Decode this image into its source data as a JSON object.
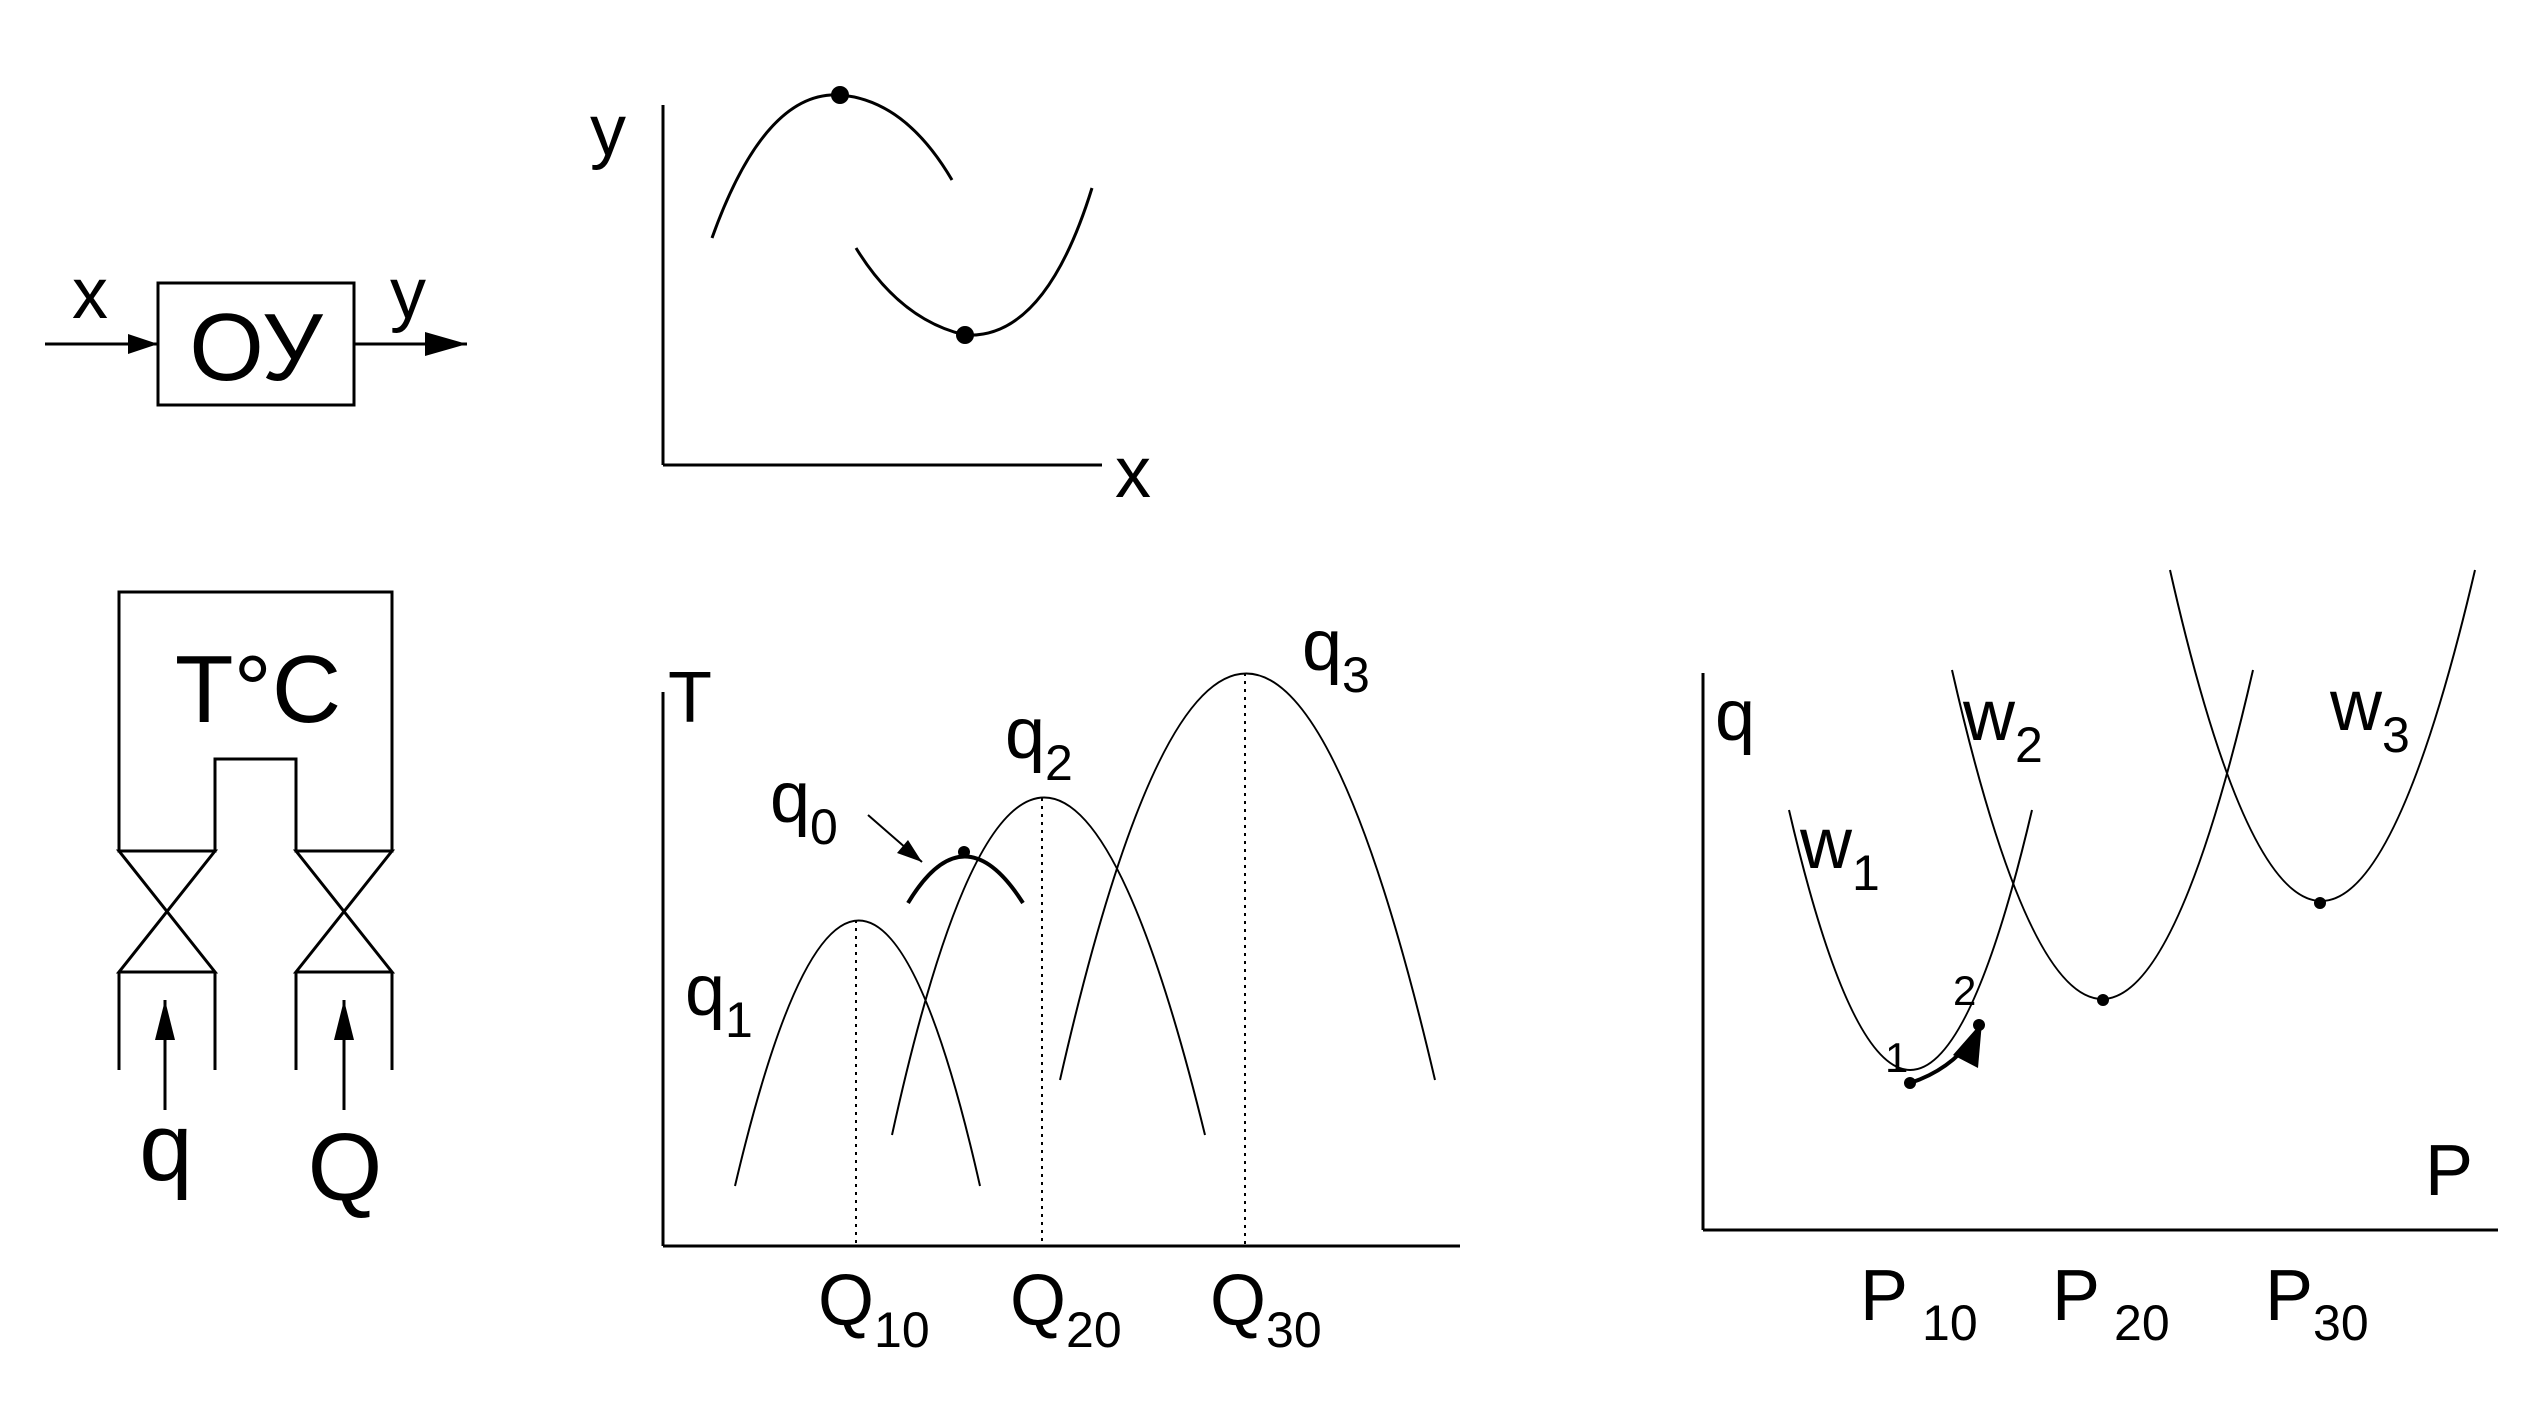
{
  "block": {
    "input": "x",
    "label": "ОУ",
    "output": "y"
  },
  "xy_graph": {
    "ylabel": "y",
    "xlabel": "x"
  },
  "object": {
    "temp": "T°C",
    "flow_small": "q",
    "flow_large": "Q"
  },
  "t_graph": {
    "ylabel": "T",
    "curves": [
      {
        "base": "q",
        "sub": "1"
      },
      {
        "base": "q",
        "sub": "2"
      },
      {
        "base": "q",
        "sub": "3"
      },
      {
        "base": "q",
        "sub": "0"
      }
    ],
    "ticks": [
      {
        "base": "Q",
        "sub": "10"
      },
      {
        "base": "Q",
        "sub": "20"
      },
      {
        "base": "Q",
        "sub": "30"
      }
    ]
  },
  "q_graph": {
    "ylabel": "q",
    "xlabel": "P",
    "curves": [
      {
        "base": "w",
        "sub": "1"
      },
      {
        "base": "w",
        "sub": "2"
      },
      {
        "base": "w",
        "sub": "3"
      }
    ],
    "points": [
      "1",
      "2"
    ],
    "ticks": [
      {
        "base": "P",
        "sub": "10"
      },
      {
        "base": "P",
        "sub": "20"
      },
      {
        "base": "P",
        "sub": "30"
      }
    ]
  }
}
